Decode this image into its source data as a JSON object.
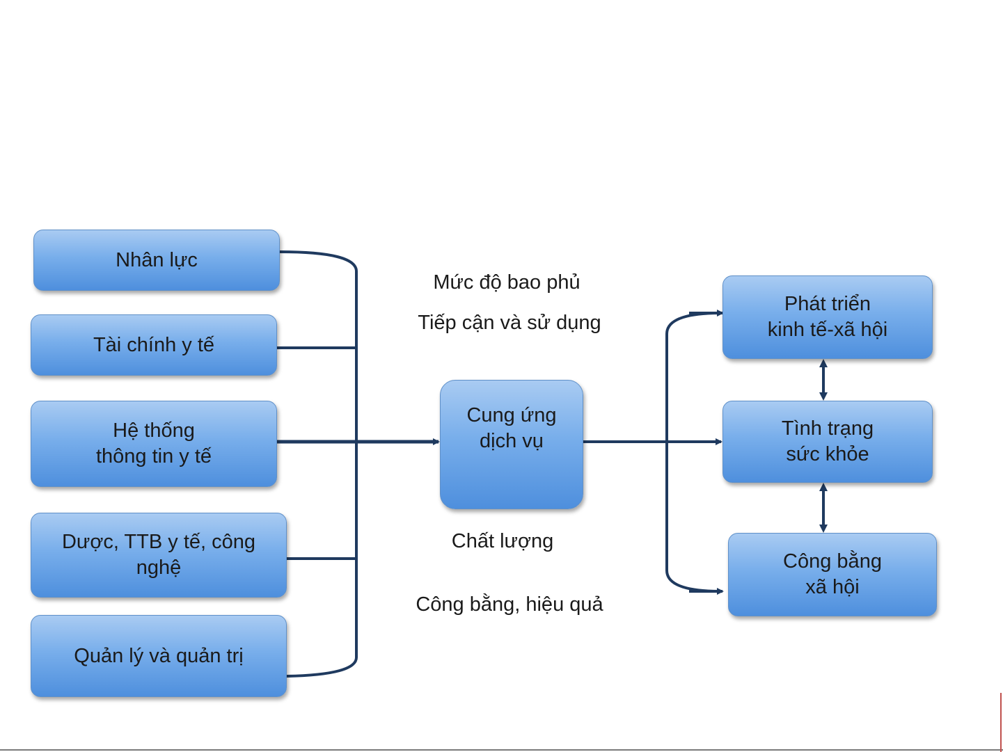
{
  "inputs": [
    {
      "label": "Nhân lực"
    },
    {
      "label": "Tài chính y tế"
    },
    {
      "label": "Hệ thống\nthông tin y tế"
    },
    {
      "label": "Dược, TTB y tế, công\nnghệ"
    },
    {
      "label": "Quản lý và quản trị"
    }
  ],
  "center": {
    "label": "Cung ứng\ndịch vụ"
  },
  "annotations": {
    "coverage": "Mức độ bao phủ",
    "access": "Tiếp cận và sử dụng",
    "quality": "Chất lượng",
    "equity_efficiency": "Công bằng, hiệu quả"
  },
  "outcomes": [
    {
      "label": "Phát triển\nkinh tế-xã hội"
    },
    {
      "label": "Tình trạng\nsức khỏe"
    },
    {
      "label": "Công bằng\nxã hội"
    }
  ],
  "colors": {
    "box_fill": "#78aeeb",
    "connector": "#1f3a5f"
  }
}
